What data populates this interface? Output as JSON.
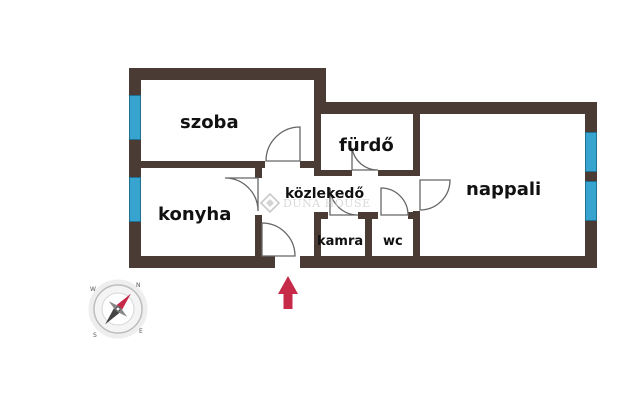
{
  "rooms": {
    "szoba": "szoba",
    "furdo": "fürdő",
    "kozlekedo": "közlekedő",
    "konyha": "konyha",
    "nappali": "nappali",
    "kamra": "kamra",
    "wc": "wc"
  },
  "watermark": "DUNA HOUSE",
  "compass": {
    "n": "N",
    "e": "E",
    "s": "S",
    "w": "W"
  },
  "colors": {
    "wall": "#4a3c34",
    "window": "#37a4cf",
    "entrance_arrow": "#c62a48",
    "door_line": "#666666"
  },
  "icons": {
    "entrance": "entrance-arrow-icon",
    "compass": "compass-rose-icon"
  }
}
